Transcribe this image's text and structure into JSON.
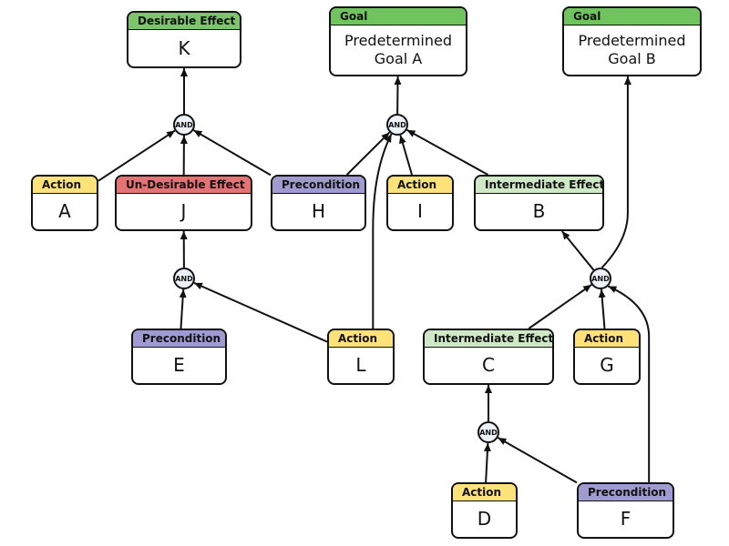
{
  "colors": {
    "goal": "#6fc45e",
    "desirable": "#7ec46f",
    "undesirable": "#e57373",
    "precondition": "#9f9bd0",
    "action": "#fde27a",
    "intermediate": "#cfe8c6",
    "and_fill": "#ecf2f8"
  },
  "and_label": "AND",
  "nodes": {
    "K": {
      "type": "Desirable Effect",
      "label": "K"
    },
    "GA": {
      "type": "Goal",
      "label": "Predetermined\nGoal A"
    },
    "GB": {
      "type": "Goal",
      "label": "Predetermined\nGoal B"
    },
    "A": {
      "type": "Action",
      "label": "A"
    },
    "J": {
      "type": "Un-Desirable Effect",
      "label": "J"
    },
    "H": {
      "type": "Precondition",
      "label": "H"
    },
    "I": {
      "type": "Action",
      "label": "I"
    },
    "B": {
      "type": "Intermediate Effect",
      "label": "B"
    },
    "E": {
      "type": "Precondition",
      "label": "E"
    },
    "L": {
      "type": "Action",
      "label": "L"
    },
    "C": {
      "type": "Intermediate Effect",
      "label": "C"
    },
    "G": {
      "type": "Action",
      "label": "G"
    },
    "D": {
      "type": "Action",
      "label": "D"
    },
    "F": {
      "type": "Precondition",
      "label": "F"
    }
  },
  "and_gates": [
    "and1",
    "and2",
    "and3",
    "and4",
    "and5"
  ],
  "edges": [
    {
      "from": "A",
      "to": "and1"
    },
    {
      "from": "J",
      "to": "and1"
    },
    {
      "from": "H",
      "to": "and1"
    },
    {
      "from": "and1",
      "to": "K"
    },
    {
      "from": "H",
      "to": "and2"
    },
    {
      "from": "I",
      "to": "and2"
    },
    {
      "from": "B",
      "to": "and2"
    },
    {
      "from": "L",
      "to": "and2"
    },
    {
      "from": "and2",
      "to": "GA"
    },
    {
      "from": "E",
      "to": "and3"
    },
    {
      "from": "L",
      "to": "and3"
    },
    {
      "from": "and3",
      "to": "J"
    },
    {
      "from": "and4",
      "to": "B"
    },
    {
      "from": "and4",
      "to": "GB"
    },
    {
      "from": "C",
      "to": "and4"
    },
    {
      "from": "G",
      "to": "and4"
    },
    {
      "from": "F",
      "to": "and4"
    },
    {
      "from": "D",
      "to": "and5"
    },
    {
      "from": "F",
      "to": "and5"
    },
    {
      "from": "and5",
      "to": "C"
    }
  ]
}
